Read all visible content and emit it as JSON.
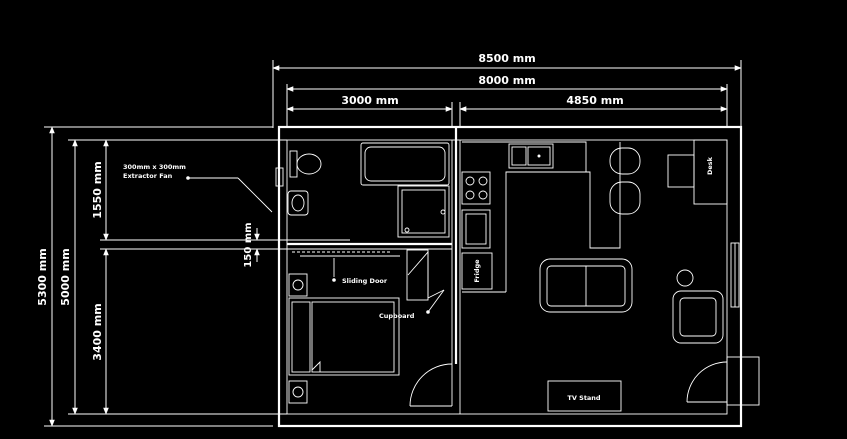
{
  "dimensions": {
    "overall_width": "8500 mm",
    "inner_width": "8000 mm",
    "left_section_width": "3000 mm",
    "right_section_width": "4850 mm",
    "overall_height": "5300 mm",
    "inner_height": "5000 mm",
    "upper_height": "1550 mm",
    "gap_height": "150 mm",
    "lower_height": "3400 mm"
  },
  "labels": {
    "extractor_fan_line1": "300mm x 300mm",
    "extractor_fan_line2": "Extractor Fan",
    "sliding_door": "Sliding Door",
    "cupboard": "Cupboard",
    "fridge": "Fridge",
    "tv_stand": "TV Stand",
    "desk": "Desk"
  }
}
